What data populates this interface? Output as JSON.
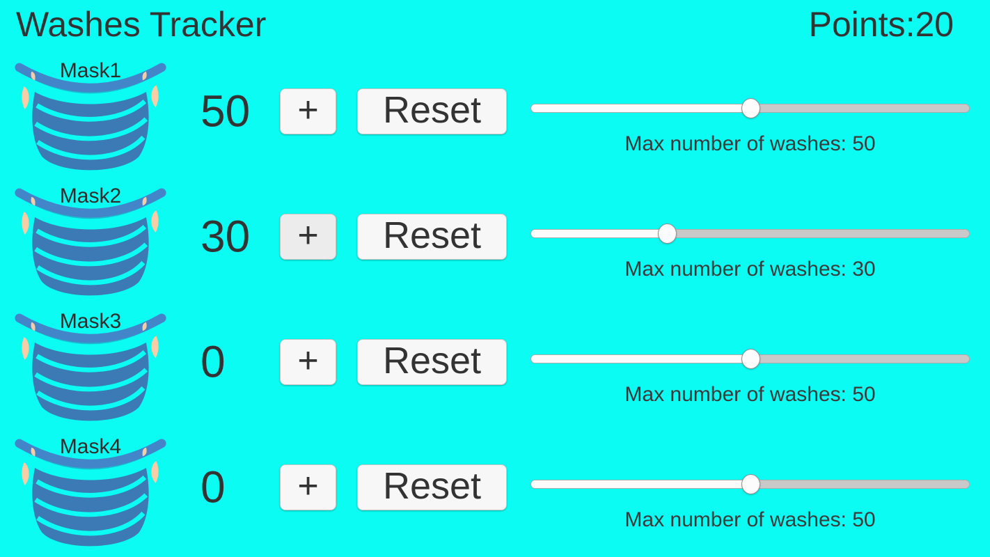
{
  "header": {
    "title": "Washes Tracker",
    "points_label": "Points:",
    "points_value": "20"
  },
  "rows": [
    {
      "mask_label": "Mask1",
      "count": "50",
      "plus_label": "+",
      "reset_label": "Reset",
      "slider_value": 50,
      "slider_max_label": "Max number of washes: 50"
    },
    {
      "mask_label": "Mask2",
      "count": "30",
      "plus_label": "+",
      "reset_label": "Reset",
      "slider_value": 31,
      "slider_max_label": "Max number of washes: 30"
    },
    {
      "mask_label": "Mask3",
      "count": "0",
      "plus_label": "+",
      "reset_label": "Reset",
      "slider_value": 50,
      "slider_max_label": "Max number of washes: 50"
    },
    {
      "mask_label": "Mask4",
      "count": "0",
      "plus_label": "+",
      "reset_label": "Reset",
      "slider_value": 50,
      "slider_max_label": "Max number of washes: 50"
    }
  ],
  "colors": {
    "background": "#0AFCF2",
    "text": "#333333",
    "mask_body": "#3B7AB4",
    "mask_band": "#4285C8",
    "mask_skin": "#F6CDA6",
    "button_bg": "#F7F7F7",
    "track_filled": "#FBFBFB",
    "track_empty": "#C9C9C9",
    "thumb": "#FCFCFC"
  }
}
